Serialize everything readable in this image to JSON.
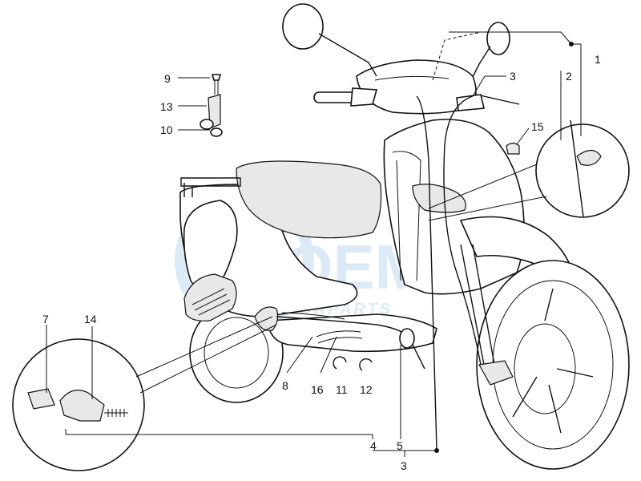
{
  "watermark": {
    "main_text": "OEM",
    "sub_text": "MOTORPARTS",
    "color": "#cfe3f3"
  },
  "callouts": {
    "c1": "1",
    "c2": "2",
    "c3_top": "3",
    "c3_bottom": "3",
    "c4": "4",
    "c5": "5",
    "c7": "7",
    "c8": "8",
    "c9": "9",
    "c10": "10",
    "c11": "11",
    "c12": "12",
    "c13": "13",
    "c14": "14",
    "c15": "15",
    "c16": "16"
  },
  "colors": {
    "line": "#111111",
    "background": "#ffffff",
    "shading": "#e8e8e8"
  }
}
